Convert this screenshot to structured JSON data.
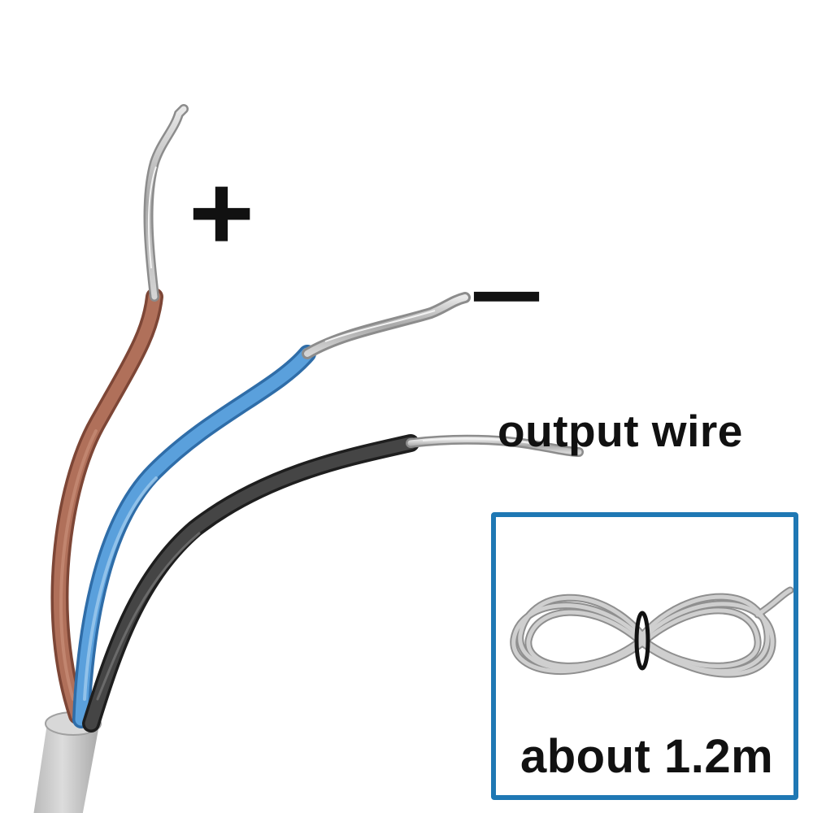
{
  "labels": {
    "positive": "+",
    "negative": "–",
    "output": "output wire",
    "length": "about 1.2m"
  },
  "wires": [
    {
      "name": "brown-wire",
      "color": "#a0624a",
      "terminal": "+"
    },
    {
      "name": "blue-wire",
      "color": "#4a90cf",
      "terminal": "–"
    },
    {
      "name": "black-wire",
      "color": "#3a3a3a",
      "terminal": "output wire"
    }
  ],
  "colors": {
    "inset_border": "#1f78b4",
    "cable_sheath": "#c9c9c9",
    "bare_copper": "#bfbfbf"
  }
}
